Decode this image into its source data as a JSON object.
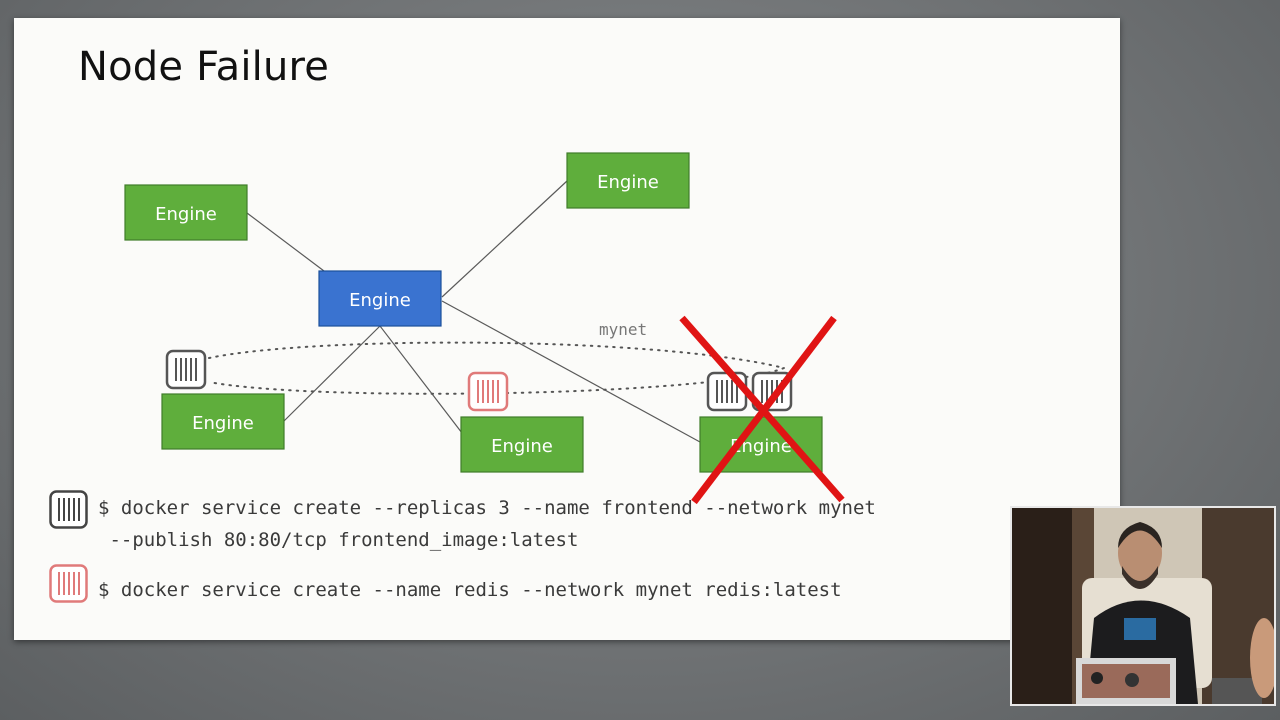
{
  "slide": {
    "title": "Node Failure"
  },
  "diagram": {
    "engine_label": "Engine",
    "network_label": "mynet",
    "colors": {
      "worker": "#5fae3c",
      "manager": "#3a73d0",
      "failure_cross": "#e01414",
      "frontend_container": "#555555",
      "redis_container": "#e07a7a"
    }
  },
  "legend": {
    "frontend_command_line1": "$ docker service create --replicas 3 --name frontend --network mynet",
    "frontend_command_line2": " --publish 80:80/tcp frontend_image:latest",
    "redis_command": "$ docker service create --name redis --network mynet redis:latest"
  },
  "icons": {
    "frontend_container": "container-icon",
    "redis_container": "container-icon",
    "failure": "red-x-icon"
  }
}
